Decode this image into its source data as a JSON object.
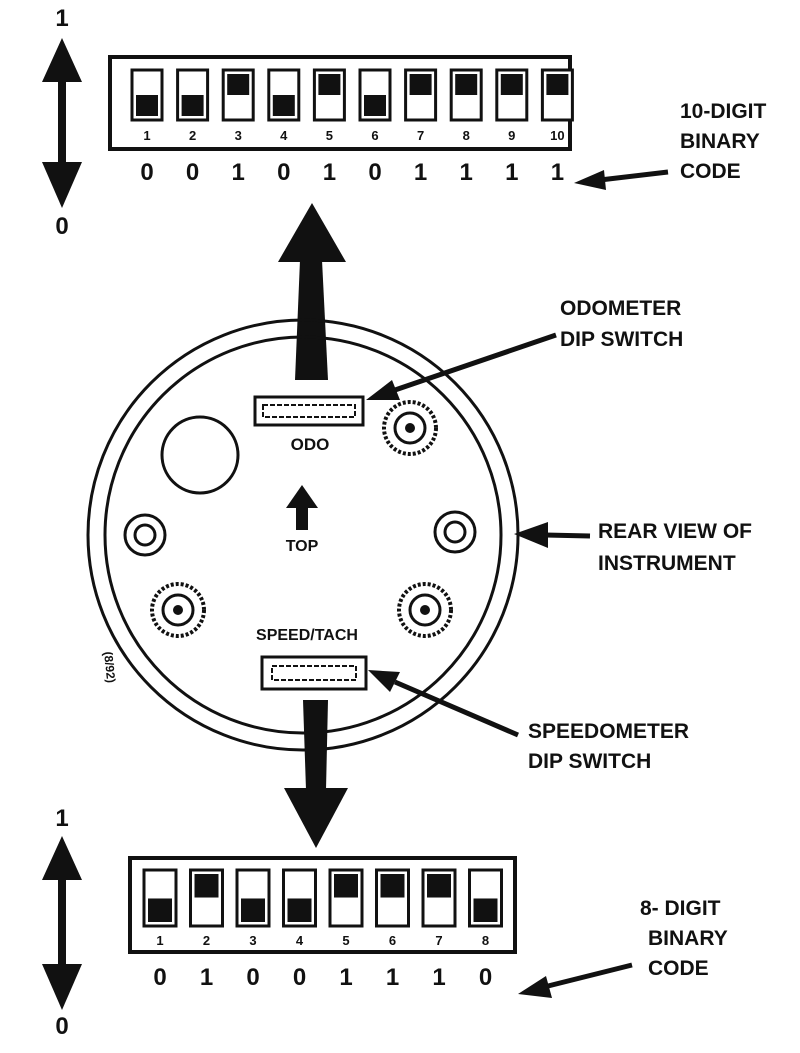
{
  "top_switch": {
    "positions": [
      "1",
      "2",
      "3",
      "4",
      "5",
      "6",
      "7",
      "8",
      "9",
      "10"
    ],
    "bits": [
      "0",
      "0",
      "1",
      "0",
      "1",
      "0",
      "1",
      "1",
      "1",
      "1"
    ],
    "caption": [
      "10-DIGIT",
      "BINARY",
      "CODE"
    ]
  },
  "bottom_switch": {
    "positions": [
      "1",
      "2",
      "3",
      "4",
      "5",
      "6",
      "7",
      "8"
    ],
    "bits": [
      "0",
      "1",
      "0",
      "0",
      "1",
      "1",
      "1",
      "0"
    ],
    "caption": [
      "8- DIGIT",
      "BINARY",
      "CODE"
    ]
  },
  "scale": {
    "top_high": "1",
    "top_low": "0",
    "bottom_high": "1",
    "bottom_low": "0"
  },
  "instrument": {
    "odo_label": "ODO",
    "top_label": "TOP",
    "speedo_label": "SPEED/TACH",
    "side_code": "(8/92)"
  },
  "callouts": {
    "odometer": [
      "ODOMETER",
      "DIP SWITCH"
    ],
    "rear_view": [
      "REAR VIEW OF",
      "INSTRUMENT"
    ],
    "speedometer": [
      "SPEEDOMETER",
      "DIP SWITCH"
    ]
  }
}
